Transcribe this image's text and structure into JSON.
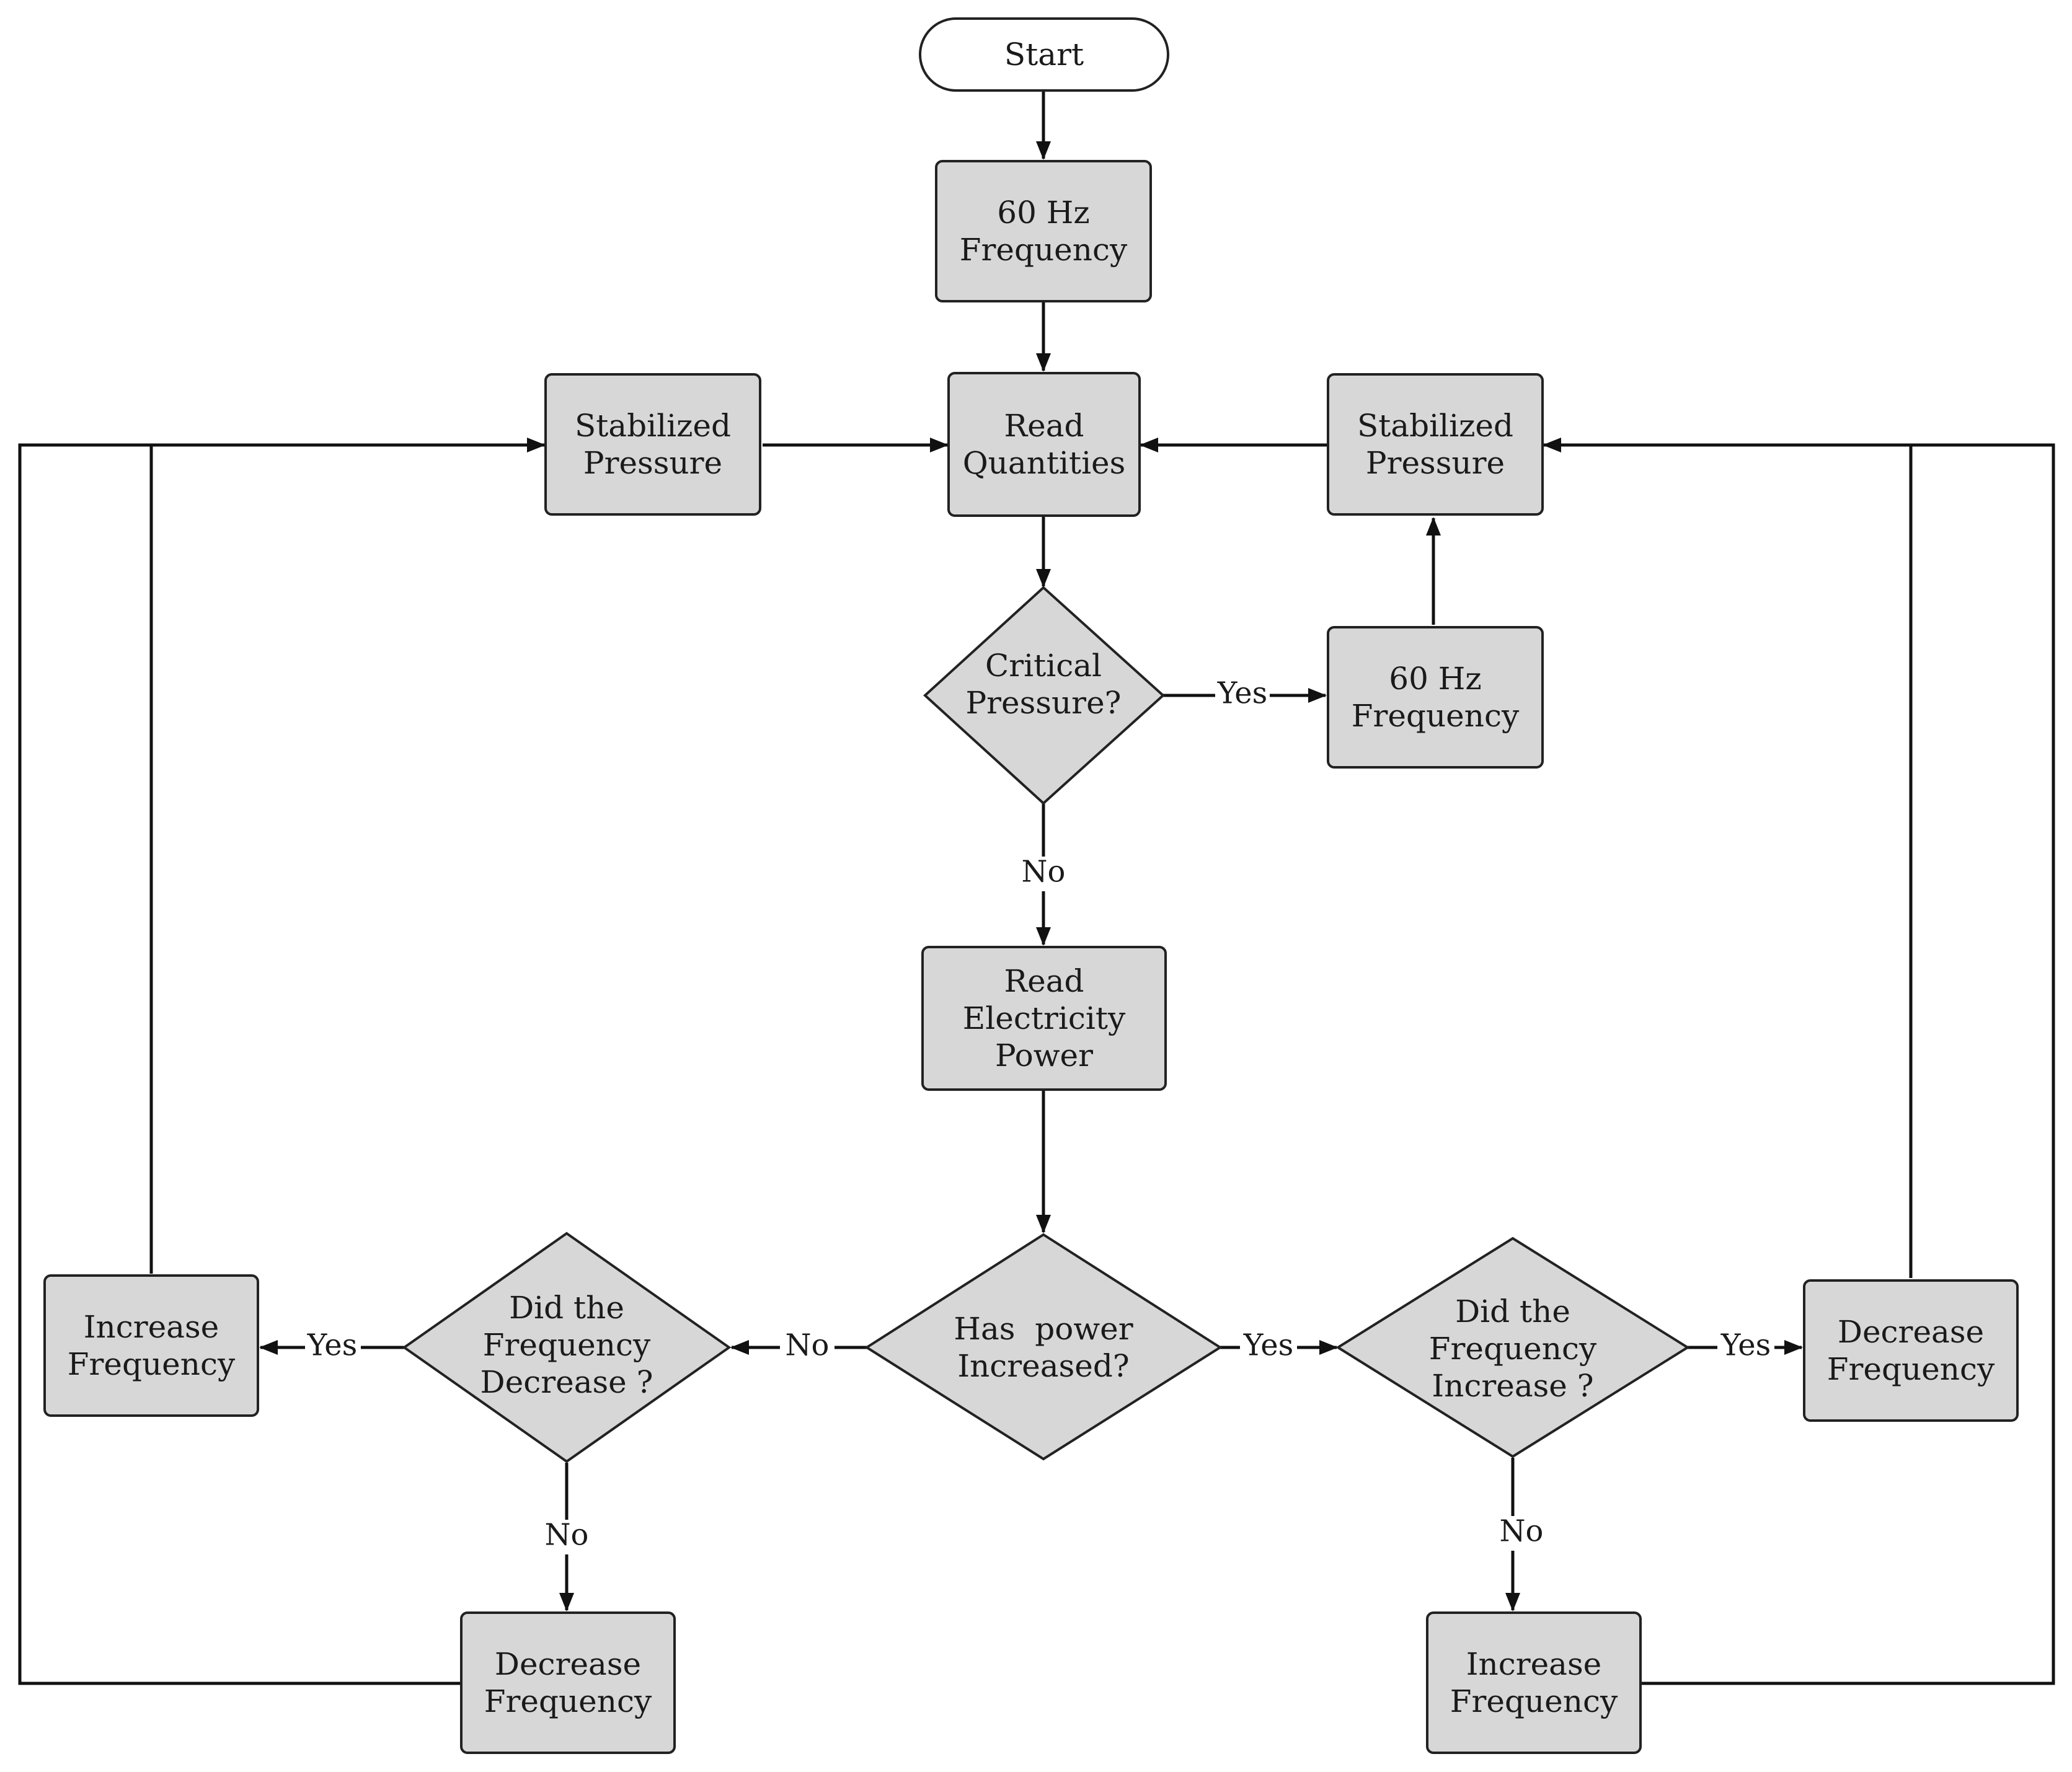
{
  "nodes": {
    "start": {
      "lines": [
        "Start"
      ]
    },
    "freq60_top": {
      "lines": [
        "60 Hz",
        "Frequency"
      ]
    },
    "read_quantities": {
      "lines": [
        "Read",
        "Quantities"
      ]
    },
    "stab_left": {
      "lines": [
        "Stabilized",
        "Pressure"
      ]
    },
    "stab_right": {
      "lines": [
        "Stabilized",
        "Pressure"
      ]
    },
    "critical": {
      "lines": [
        "Critical",
        "Pressure?"
      ]
    },
    "freq60_right": {
      "lines": [
        "60 Hz",
        "Frequency"
      ]
    },
    "read_power": {
      "lines": [
        "Read",
        "Electricity",
        "Power"
      ]
    },
    "has_power": {
      "lines": [
        "Has  power",
        "Increased?"
      ]
    },
    "did_decrease": {
      "lines": [
        "Did the",
        "Frequency",
        "Decrease ?"
      ]
    },
    "did_increase": {
      "lines": [
        "Did the",
        "Frequency",
        "Increase ?"
      ]
    },
    "inc_left": {
      "lines": [
        "Increase",
        "Frequency"
      ]
    },
    "dec_right": {
      "lines": [
        "Decrease",
        "Frequency"
      ]
    },
    "dec_bottom": {
      "lines": [
        "Decrease",
        "Frequency"
      ]
    },
    "inc_bottom": {
      "lines": [
        "Increase",
        "Frequency"
      ]
    }
  },
  "edge_labels": {
    "critical_yes": "Yes",
    "critical_no": "No",
    "power_no": "No",
    "power_yes": "Yes",
    "decrease_yes": "Yes",
    "decrease_no": "No",
    "increase_yes": "Yes",
    "increase_no": "No"
  },
  "colors": {
    "node_fill": "#d7d7d7",
    "stroke": "#222222",
    "background": "#ffffff"
  }
}
